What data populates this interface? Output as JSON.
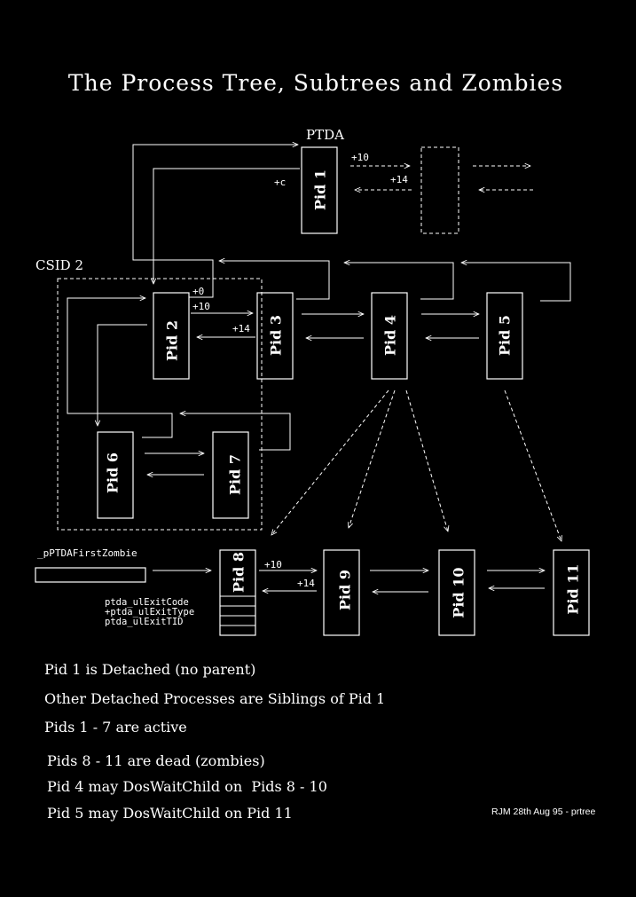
{
  "title": "The Process Tree, Subtrees and Zombies",
  "labels": {
    "ptda": "PTDA",
    "csid": "CSID 2",
    "first_zombie": "_pPTDAFirstZombie",
    "exit_code": "ptda_ulExitCode",
    "exit_type": "+ptda_ulExitType",
    "exit_tid": "ptda_ulExitTID"
  },
  "offsets": {
    "plus10": "+10",
    "plus14": "+14",
    "plus0": "+0",
    "plusc": "+c"
  },
  "processes": [
    "Pid 1",
    "Pid 2",
    "Pid 3",
    "Pid 4",
    "Pid 5",
    "Pid 6",
    "Pid 7",
    "Pid 8",
    "Pid 9",
    "Pid 10",
    "Pid 11"
  ],
  "notes": [
    "Pid 1 is Detached (no parent)",
    "Other Detached Processes are Siblings of Pid 1",
    "Pids 1 - 7 are active",
    "Pids 8 - 11 are dead (zombies)",
    "Pid 4 may DosWaitChild on  Pids 8 - 10",
    "Pid 5 may DosWaitChild on Pid 11"
  ],
  "credit": "RJM 28th Aug 95 - prtree",
  "colors": {
    "background": "#000000",
    "foreground": "#ffffff"
  }
}
